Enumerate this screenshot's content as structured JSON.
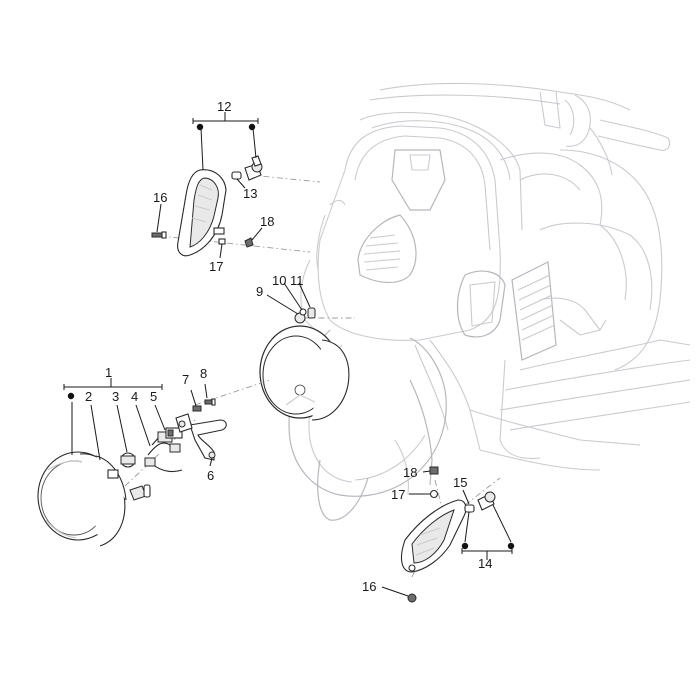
{
  "callouts": {
    "c1": "1",
    "c2": "2",
    "c3": "3",
    "c4": "4",
    "c5": "5",
    "c6": "6",
    "c7": "7",
    "c8": "8",
    "c9": "9",
    "c10": "10",
    "c11": "11",
    "c12": "12",
    "c13": "13",
    "c14": "14",
    "c15": "15",
    "c16a": "16",
    "c16b": "16",
    "c17a": "17",
    "c17b": "17",
    "c18a": "18",
    "c18b": "18"
  },
  "colors": {
    "outline": "#c9cbd0",
    "part_stroke": "#2a2a2a",
    "label": "#1a1a1a"
  }
}
